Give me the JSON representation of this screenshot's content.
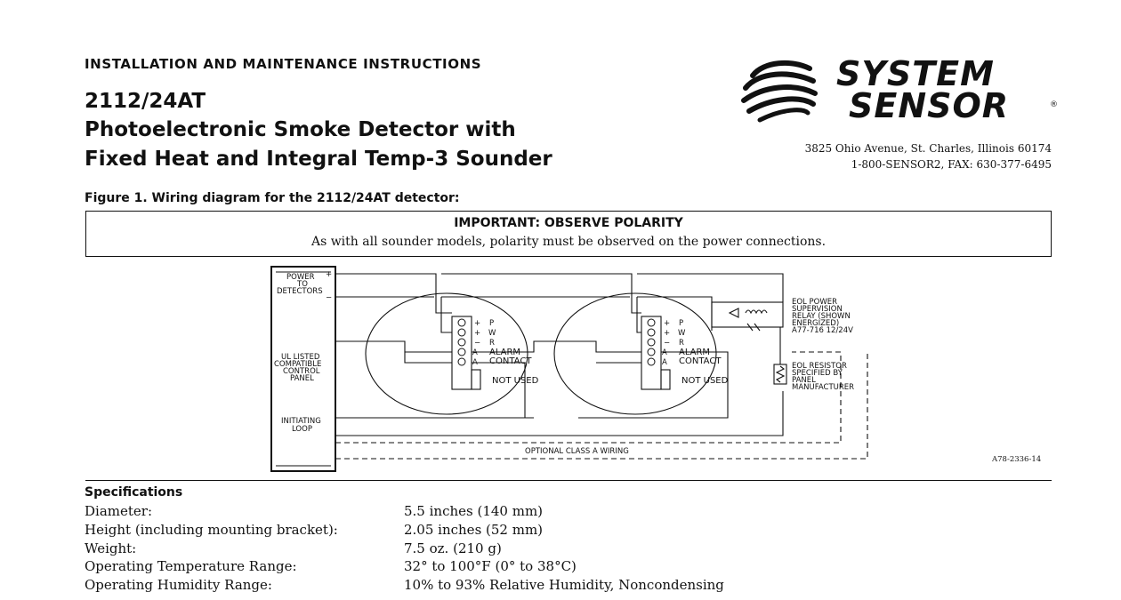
{
  "header": {
    "doc_type": "INSTALLATION AND MAINTENANCE INSTRUCTIONS",
    "model": "2112/24AT",
    "title_line1": "Photoelectronic Smoke Detector with",
    "title_line2": "Fixed Heat and Integral Temp-3 Sounder"
  },
  "brand": {
    "logo_icon": "system-sensor-swirl-logo",
    "name_line1": "SYSTEM",
    "name_line2": "SENSOR",
    "registered": "®",
    "address": "3825 Ohio Avenue, St. Charles, Illinois 60174",
    "phone": "1-800-SENSOR2, FAX: 630-377-6495"
  },
  "figure": {
    "caption": "Figure 1. Wiring diagram for the 2112/24AT detector:",
    "important_title": "IMPORTANT: OBSERVE POLARITY",
    "important_text": "As with all sounder models, polarity must be observed on the power connections."
  },
  "diagram": {
    "panel_power": [
      "POWER",
      "TO",
      "DETECTORS"
    ],
    "panel_plus": "+",
    "panel_minus": "−",
    "panel_name": [
      "UL LISTED",
      "COMPATIBLE",
      "CONTROL",
      "PANEL"
    ],
    "panel_loop": [
      "INITIATING",
      "LOOP"
    ],
    "terminal_polarity": [
      "+",
      "+",
      "−",
      "A",
      "A"
    ],
    "terminal_letters": [
      "P",
      "W",
      "R"
    ],
    "alarm_contact": [
      "ALARM",
      "CONTACT"
    ],
    "not_used": "NOT USED",
    "eol_relay": [
      "EOL POWER",
      "SUPERVISION",
      "RELAY (SHOWN",
      "ENERGIZED)",
      "A77-716 12/24V"
    ],
    "eol_resistor": [
      "EOL RESISTOR",
      "SPECIFIED BY",
      "PANEL",
      "MANUFACTURER"
    ],
    "optional_wiring": "OPTIONAL CLASS A WIRING",
    "drawing_number": "A78-2336-14"
  },
  "specifications": {
    "heading": "Specifications",
    "rows": [
      {
        "label": "Diameter:",
        "value": "5.5 inches (140 mm)"
      },
      {
        "label": "Height (including mounting bracket):",
        "value": "2.05 inches (52 mm)"
      },
      {
        "label": "Weight:",
        "value": "7.5 oz. (210 g)"
      },
      {
        "label": "Operating Temperature Range:",
        "value": "32° to 100°F (0° to 38°C)"
      },
      {
        "label": "Operating Humidity Range:",
        "value": "10% to 93% Relative Humidity, Noncondensing"
      }
    ]
  },
  "colors": {
    "ink": "#111111",
    "background": "#ffffff"
  }
}
